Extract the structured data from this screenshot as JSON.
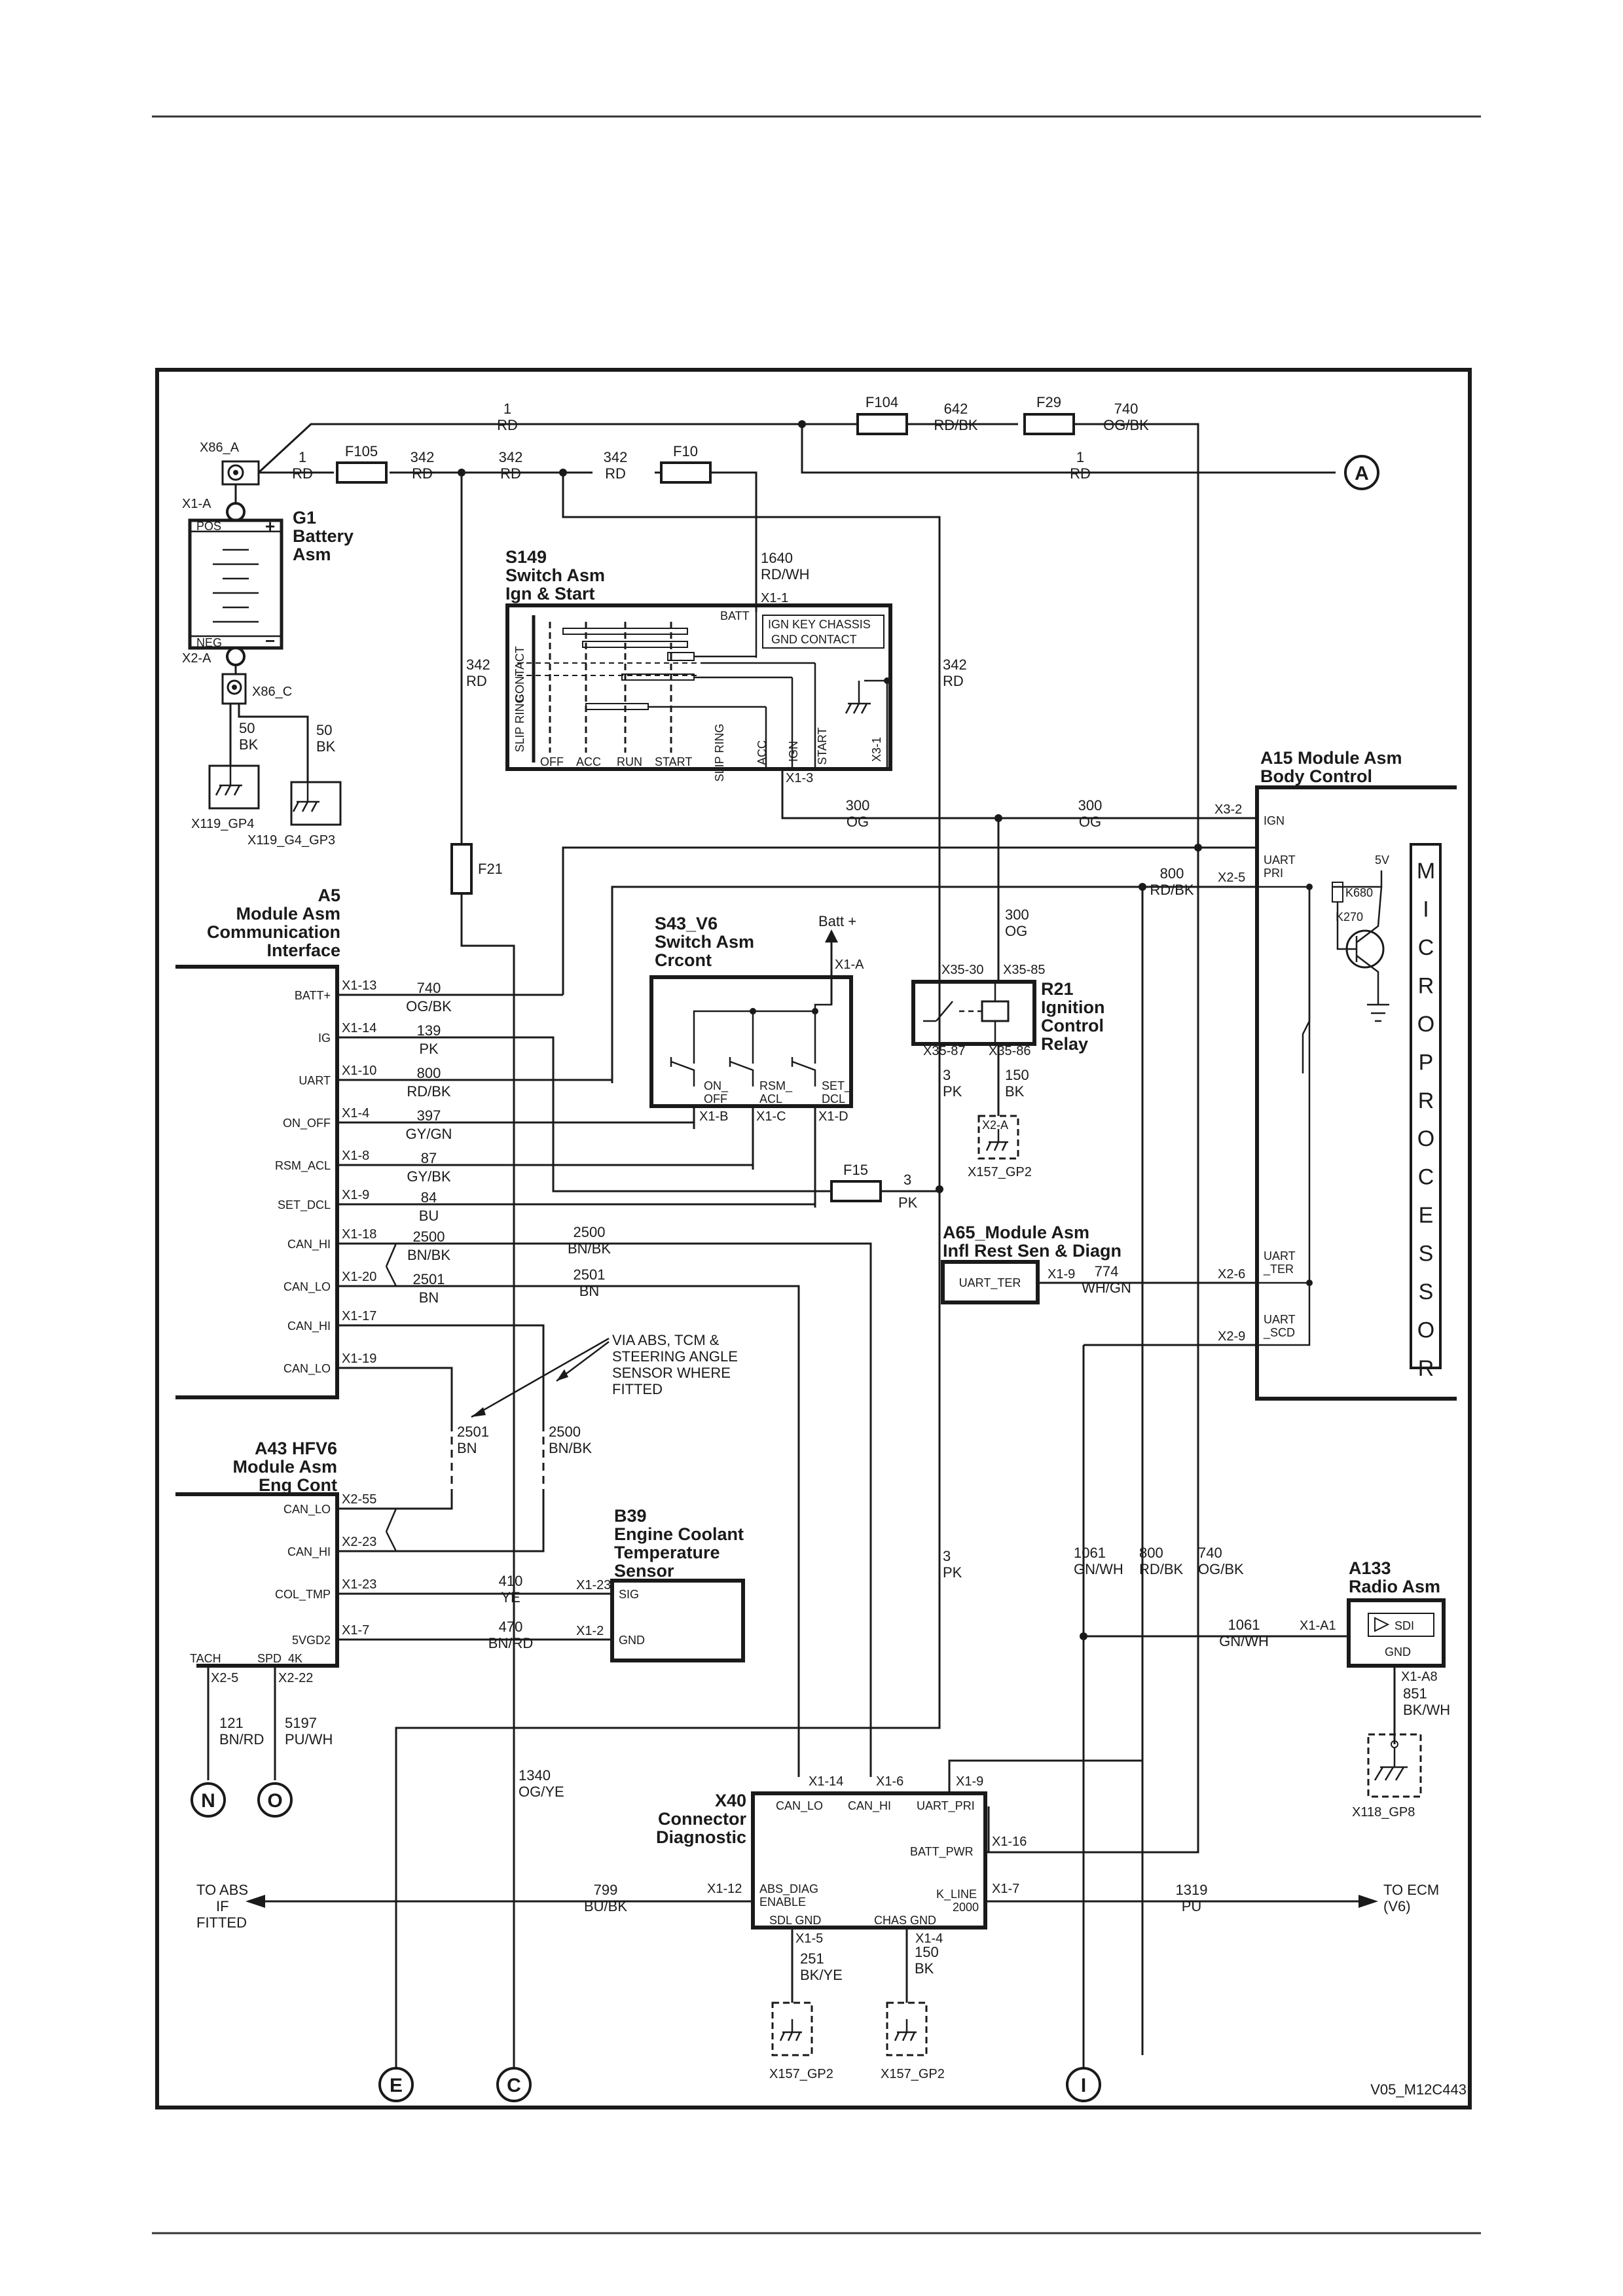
{
  "diagram_id": "V05_M12C443",
  "components": {
    "g1": [
      "G1",
      "Battery",
      "Asm"
    ],
    "s149": [
      "S149",
      "Switch Asm",
      "Ign & Start"
    ],
    "a5": [
      "A5",
      "Module Asm",
      "Communication",
      "Interface"
    ],
    "s43": [
      "S43_V6",
      "Switch Asm",
      "Crcont"
    ],
    "r21": [
      "R21",
      "Ignition",
      "Control",
      "Relay"
    ],
    "a15": [
      "A15 Module Asm",
      "Body Control"
    ],
    "a65": [
      "A65_Module Asm",
      "Infl Rest Sen & Diagn"
    ],
    "a43": [
      "A43 HFV6",
      "Module Asm",
      "Eng Cont"
    ],
    "b39": [
      "B39",
      "Engine Coolant",
      "Temperature",
      "Sensor"
    ],
    "a133": [
      "A133",
      "Radio Asm"
    ],
    "x40": [
      "X40",
      "Connector",
      "Diagnostic"
    ]
  },
  "fuses": [
    "F104",
    "F29",
    "F105",
    "F10",
    "F21",
    "F15"
  ],
  "grounds": [
    "X119_GP4",
    "X119_G4_GP3",
    "X157_GP2",
    "X157_GP2",
    "X157_GP2",
    "X118_GP8"
  ],
  "connectors": [
    "X86_A",
    "X86_C",
    "X1-A",
    "X2-A"
  ],
  "battery_labels": {
    "pos": "POS",
    "neg": "NEG",
    "plus": "+",
    "minus": "−"
  },
  "s149_positions": [
    "OFF",
    "ACC",
    "RUN",
    "START"
  ],
  "s149_side": [
    "CONTACT",
    "SLIP RING"
  ],
  "s149_pins": {
    "batt": "BATT",
    "slip": "SLIP RING",
    "acc": "ACC",
    "ign": "IGN",
    "start": "START",
    "x31": "X3-1",
    "keychassis": "IGN KEY CHASSIS",
    "gndcontact": "GND CONTACT"
  },
  "a5_pins": [
    {
      "name": "BATT+",
      "pin": "X1-13",
      "circuit": "740",
      "color": "OG/BK"
    },
    {
      "name": "IG",
      "pin": "X1-14",
      "circuit": "139",
      "color": "PK"
    },
    {
      "name": "UART",
      "pin": "X1-10",
      "circuit": "800",
      "color": "RD/BK"
    },
    {
      "name": "ON_OFF",
      "pin": "X1-4",
      "circuit": "397",
      "color": "GY/GN"
    },
    {
      "name": "RSM_ACL",
      "pin": "X1-8",
      "circuit": "87",
      "color": "GY/BK"
    },
    {
      "name": "SET_DCL",
      "pin": "X1-9",
      "circuit": "84",
      "color": "BU"
    },
    {
      "name": "CAN_HI",
      "pin": "X1-18",
      "circuit": "2500",
      "color": "BN/BK"
    },
    {
      "name": "CAN_LO",
      "pin": "X1-20",
      "circuit": "2501",
      "color": "BN"
    },
    {
      "name": "CAN_HI",
      "pin": "X1-17",
      "circuit": "",
      "color": ""
    },
    {
      "name": "CAN_LO",
      "pin": "X1-19",
      "circuit": "",
      "color": ""
    }
  ],
  "s43_switches": [
    "ON_\nOFF",
    "RSM_\nACL",
    "SET_\nDCL"
  ],
  "s43_switch_lines": [
    [
      "ON_",
      "OFF"
    ],
    [
      "RSM_",
      "ACL"
    ],
    [
      "SET_",
      "DCL"
    ]
  ],
  "s43_batt": "Batt +",
  "a43_pins": [
    {
      "name": "CAN_LO",
      "pin": "X2-55"
    },
    {
      "name": "CAN_HI",
      "pin": "X2-23"
    },
    {
      "name": "COL_TMP",
      "pin": "X1-23",
      "circuit": "410",
      "color": "YE"
    },
    {
      "name": "5VGD2",
      "pin": "X1-7",
      "circuit": "470",
      "color": "BN/RD"
    },
    {
      "name": "TACH",
      "pin": "X2-5",
      "circuit": "121",
      "color": "BN/RD"
    },
    {
      "name": "SPD_4K",
      "pin": "X2-22",
      "circuit": "5197",
      "color": "PU/WH"
    }
  ],
  "b39_pins": [
    "SIG",
    "GND"
  ],
  "a15_pins": [
    {
      "name": "IGN",
      "pin": "X3-2"
    },
    {
      "name": "UART\nPRI",
      "pin": "X2-5"
    },
    {
      "name": "UART\n_TER",
      "pin": "X2-6"
    },
    {
      "name": "UART\n_SCD",
      "pin": "X2-9"
    }
  ],
  "a15_pin_lines": [
    [
      "IGN"
    ],
    [
      "UART",
      "PRI"
    ],
    [
      "UART",
      "_TER"
    ],
    [
      "UART",
      "_SCD"
    ]
  ],
  "microprocessor_letters": [
    "M",
    "I",
    "C",
    "R",
    "O",
    "P",
    "R",
    "O",
    "C",
    "E",
    "S",
    "S",
    "O",
    "R"
  ],
  "transistor": {
    "supply": "5V",
    "r1": "K680",
    "r2": "K270"
  },
  "relay_pins": [
    "X35-30",
    "X35-85",
    "X35-87",
    "X35-86"
  ],
  "a65_box": "UART_TER",
  "a133_labels": {
    "sdi": "SDI",
    "gnd": "GND",
    "pin_a1": "X1-A1",
    "pin_a8": "X1-A8"
  },
  "x40_labels": [
    "CAN_LO",
    "CAN_HI",
    "UART_PRI",
    "BATT_PWR",
    "ABS_DIAG",
    "ENABLE",
    "K_LINE",
    "2000",
    "SDL GND",
    "CHAS GND"
  ],
  "x40_pins": [
    "X1-14",
    "X1-6",
    "X1-9",
    "X1-16",
    "X1-12",
    "X1-7",
    "X1-5",
    "X1-4"
  ],
  "wires": {
    "w1": [
      "1",
      "RD"
    ],
    "w642": [
      "642",
      "RD/BK"
    ],
    "w740": [
      "740",
      "OG/BK"
    ],
    "w342": [
      "342",
      "RD"
    ],
    "w1640": [
      "1640",
      "RD/WH"
    ],
    "w300": [
      "300",
      "OG"
    ],
    "w800": [
      "800",
      "RD/BK"
    ],
    "w3": [
      "3",
      "PK"
    ],
    "w150": [
      "150",
      "BK"
    ],
    "w774": [
      "774",
      "WH/GN"
    ],
    "w2501": [
      "2501",
      "BN"
    ],
    "w2500": [
      "2500",
      "BN/BK"
    ],
    "w1061": [
      "1061",
      "GN/WH"
    ],
    "w851": [
      "851",
      "BK/WH"
    ],
    "w1340": [
      "1340",
      "OG/YE"
    ],
    "w799": [
      "799",
      "BU/BK"
    ],
    "w1319": [
      "1319",
      "PU"
    ],
    "w251": [
      "251",
      "BK/YE"
    ],
    "w50": [
      "50",
      "BK"
    ]
  },
  "callouts": {
    "via": [
      "VIA ABS, TCM &",
      "STEERING ANGLE",
      "SENSOR WHERE",
      "FITTED"
    ],
    "to_abs": [
      "TO ABS",
      "IF",
      "FITTED"
    ],
    "to_ecm": [
      "TO ECM",
      "(V6)"
    ]
  },
  "circle_refs": [
    "A",
    "N",
    "O",
    "E",
    "C",
    "I"
  ],
  "pin_misc": {
    "x1_1": "X1-1",
    "x1_3": "X1-3",
    "x1_a": "X1-A",
    "x1_b": "X1-B",
    "x1_c": "X1-C",
    "x1_d": "X1-D",
    "x1_2": "X1-2",
    "x1_9": "X1-9",
    "x3_2": "X3-2",
    "x2_5": "X2-5",
    "x2_6": "X2-6",
    "x2_9": "X2-9",
    "x1_4g": "X1-4",
    "x1_5g": "X1-5"
  }
}
